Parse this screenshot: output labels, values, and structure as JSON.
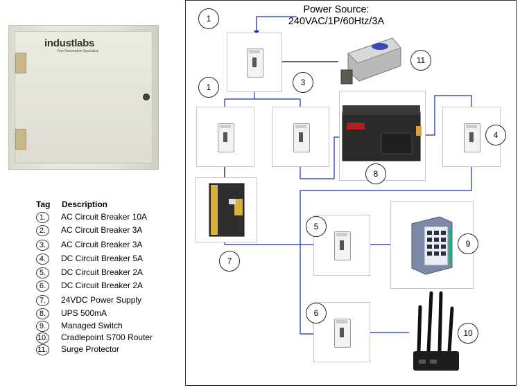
{
  "enclosure": {
    "brand": "industlabs",
    "tagline": "Your Automation Specialist"
  },
  "title_line1": "Power Source:",
  "title_line2": "240VAC/1P/60Htz/3A",
  "legend": {
    "tag_header": "Tag",
    "desc_header": "Description",
    "rows": [
      {
        "tag": "1.",
        "desc": "AC Circuit Breaker 10A"
      },
      {
        "tag": "2.",
        "desc": "AC Circuit Breaker 3A"
      },
      {
        "tag": "3.",
        "desc": "AC Circuit Breaker 3A"
      },
      {
        "tag": "4.",
        "desc": "DC Circuit Breaker 5A"
      },
      {
        "tag": "5.",
        "desc": "DC Circuit Breaker 2A"
      },
      {
        "tag": "6.",
        "desc": "DC Circuit Breaker 2A"
      },
      {
        "tag": "7.",
        "desc": "24VDC Power Supply"
      },
      {
        "tag": "8.",
        "desc": "UPS 500mA"
      },
      {
        "tag": "9.",
        "desc": "Managed Switch"
      },
      {
        "tag": "10.",
        "desc": "Cradlepoint S700 Router"
      },
      {
        "tag": "11.",
        "desc": "Surge Protector"
      }
    ]
  },
  "tags": {
    "t1_top": "1",
    "t1_mid": "1",
    "t3": "3",
    "t4": "4",
    "t5": "5",
    "t6": "6",
    "t7": "7",
    "t8": "8",
    "t9": "9",
    "t10": "10",
    "t11": "11"
  },
  "colors": {
    "wire_blue": "#1a2aa8",
    "wire_black": "#000000"
  }
}
